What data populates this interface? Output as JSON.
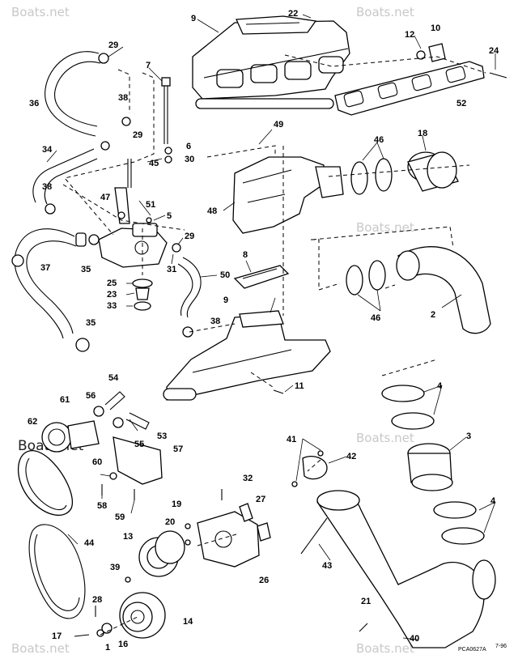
{
  "watermark": {
    "text": "Boats.net",
    "prominent_text": "Boats.net"
  },
  "drawing_code": "PCA0627A",
  "drawing_date": "7-96",
  "callouts": [
    {
      "id": "c9a",
      "label": "9"
    },
    {
      "id": "c22",
      "label": "22"
    },
    {
      "id": "c29a",
      "label": "29"
    },
    {
      "id": "c10",
      "label": "10"
    },
    {
      "id": "c12",
      "label": "12"
    },
    {
      "id": "c24",
      "label": "24"
    },
    {
      "id": "c7",
      "label": "7"
    },
    {
      "id": "c36",
      "label": "36"
    },
    {
      "id": "c38a",
      "label": "38"
    },
    {
      "id": "c52",
      "label": "52"
    },
    {
      "id": "c29b",
      "label": "29"
    },
    {
      "id": "c49",
      "label": "49"
    },
    {
      "id": "c34",
      "label": "34"
    },
    {
      "id": "c6",
      "label": "6"
    },
    {
      "id": "c18",
      "label": "18"
    },
    {
      "id": "c46a",
      "label": "46"
    },
    {
      "id": "c45",
      "label": "45"
    },
    {
      "id": "c30",
      "label": "30"
    },
    {
      "id": "c38b",
      "label": "38"
    },
    {
      "id": "c47",
      "label": "47"
    },
    {
      "id": "c51",
      "label": "51"
    },
    {
      "id": "c48",
      "label": "48"
    },
    {
      "id": "c5",
      "label": "5"
    },
    {
      "id": "c29c",
      "label": "29"
    },
    {
      "id": "c37",
      "label": "37"
    },
    {
      "id": "c35a",
      "label": "35"
    },
    {
      "id": "c31",
      "label": "31"
    },
    {
      "id": "c8",
      "label": "8"
    },
    {
      "id": "c50",
      "label": "50"
    },
    {
      "id": "c25",
      "label": "25"
    },
    {
      "id": "c23",
      "label": "23"
    },
    {
      "id": "c33",
      "label": "33"
    },
    {
      "id": "c9b",
      "label": "9"
    },
    {
      "id": "c46b",
      "label": "46"
    },
    {
      "id": "c2",
      "label": "2"
    },
    {
      "id": "c35b",
      "label": "35"
    },
    {
      "id": "c38c",
      "label": "38"
    },
    {
      "id": "c11",
      "label": "11"
    },
    {
      "id": "c54",
      "label": "54"
    },
    {
      "id": "c4a",
      "label": "4"
    },
    {
      "id": "c61",
      "label": "61"
    },
    {
      "id": "c56",
      "label": "56"
    },
    {
      "id": "c62",
      "label": "62"
    },
    {
      "id": "c53",
      "label": "53"
    },
    {
      "id": "c55",
      "label": "55"
    },
    {
      "id": "c3",
      "label": "3"
    },
    {
      "id": "c41",
      "label": "41"
    },
    {
      "id": "c57",
      "label": "57"
    },
    {
      "id": "c42",
      "label": "42"
    },
    {
      "id": "c60",
      "label": "60"
    },
    {
      "id": "c32",
      "label": "32"
    },
    {
      "id": "c58",
      "label": "58"
    },
    {
      "id": "c59",
      "label": "59"
    },
    {
      "id": "c4b",
      "label": "4"
    },
    {
      "id": "c19",
      "label": "19"
    },
    {
      "id": "c27",
      "label": "27"
    },
    {
      "id": "c20",
      "label": "20"
    },
    {
      "id": "c44",
      "label": "44"
    },
    {
      "id": "c13",
      "label": "13"
    },
    {
      "id": "c43",
      "label": "43"
    },
    {
      "id": "c39",
      "label": "39"
    },
    {
      "id": "c26",
      "label": "26"
    },
    {
      "id": "c28",
      "label": "28"
    },
    {
      "id": "c14",
      "label": "14"
    },
    {
      "id": "c21",
      "label": "21"
    },
    {
      "id": "c17",
      "label": "17"
    },
    {
      "id": "c1",
      "label": "1"
    },
    {
      "id": "c16",
      "label": "16"
    },
    {
      "id": "c40",
      "label": "40"
    }
  ]
}
